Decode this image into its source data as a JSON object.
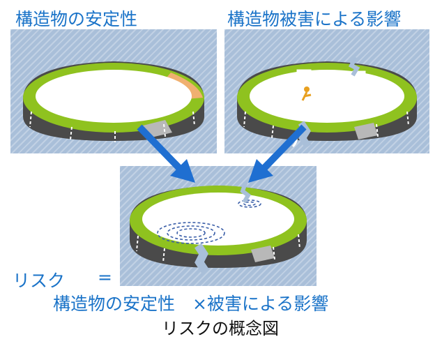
{
  "titles": {
    "left": "構造物の安定性",
    "right": "構造物被害による影響"
  },
  "formula": {
    "risk_label": "リスク",
    "equals": "=",
    "product": "構造物の安定性　×被害による影響"
  },
  "caption": "リスクの概念図",
  "colors": {
    "accent_blue": "#1a73c8",
    "arrow_blue": "#1f6fd1",
    "levee_green": "#8fc21f",
    "levee_dark": "#4a4a4a",
    "water_bg": "#a9bfd9",
    "highlight_orange": "#f0b070"
  },
  "icons": [
    "arrow-down-right-icon",
    "arrow-down-left-icon",
    "city-skyline-icon",
    "person-icon"
  ]
}
